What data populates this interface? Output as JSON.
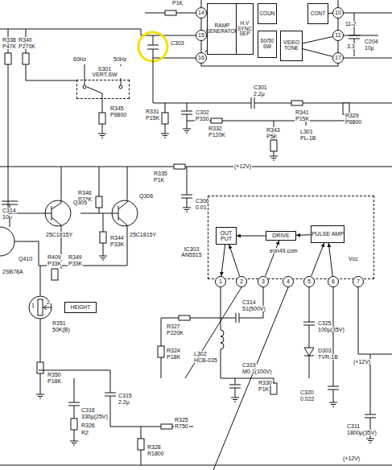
{
  "diagram": {
    "nodes": [
      {
        "text": [
          "RAMP GENERATOR"
        ]
      },
      {
        "text": [
          "H.V SYNC SEP"
        ]
      },
      {
        "text": [
          "COUN"
        ]
      },
      {
        "text": [
          "60/50 SW"
        ]
      },
      {
        "text": [
          "VIDEO TONE"
        ]
      },
      {
        "text": [
          "CONT"
        ]
      },
      {
        "text": [
          "14"
        ]
      },
      {
        "text": [
          "15"
        ]
      },
      {
        "text": [
          "16"
        ]
      },
      {
        "text": [
          "10"
        ]
      },
      {
        "text": [
          "11"
        ]
      },
      {
        "text": [
          "17"
        ]
      },
      {
        "text": [
          "S301 VERT.SW"
        ]
      },
      {
        "text": [
          "HEIGHT"
        ]
      },
      {
        "text": [
          "IC303 AN5515"
        ]
      },
      {
        "text": [
          "OUT PUT"
        ],
        "in": 14
      },
      {
        "text": [
          "DRIVE"
        ],
        "in": 14
      },
      {
        "text": [
          "PULSE AMP"
        ],
        "in": 14
      },
      {
        "text": [
          "1"
        ]
      },
      {
        "text": [
          "2"
        ]
      },
      {
        "text": [
          "3"
        ]
      },
      {
        "text": [
          "4"
        ]
      },
      {
        "text": [
          "5"
        ]
      },
      {
        "text": [
          "6"
        ]
      },
      {
        "text": [
          "7"
        ]
      }
    ],
    "edges": [
      {
        "from": 6,
        "to": 0,
        "arrow": "none"
      },
      {
        "from": 7,
        "to": 0,
        "arrow": "none"
      },
      {
        "from": 8,
        "to": 0,
        "arrow": "none"
      },
      {
        "from": 9,
        "to": 5,
        "arrow": "none"
      },
      {
        "from": 10,
        "to": 4,
        "arrow": "none"
      },
      {
        "from": 11,
        "to": 4,
        "arrow": "none"
      },
      {
        "from": 16,
        "to": 15,
        "arrow": "to"
      },
      {
        "from": 17,
        "to": 16,
        "arrow": "to"
      },
      {
        "from": 15,
        "to": 18,
        "arrow": "to"
      },
      {
        "from": 19,
        "to": 15,
        "arrow": "to"
      },
      {
        "from": 20,
        "to": 16,
        "arrow": "to"
      },
      {
        "from": 22,
        "to": 17,
        "arrow": "to"
      },
      {
        "from": 23,
        "to": 17,
        "arrow": "to"
      }
    ],
    "labels": [
      "P1K",
      "R338",
      "R340",
      "P47K",
      "P270K",
      "60Hz",
      "50Hz",
      "R345",
      "P6800",
      "C303",
      "R331",
      "P15K",
      "C302",
      "P330",
      "R332",
      "P120K",
      "C301",
      "2.2μ",
      "R341",
      "P15K",
      "R343",
      "P5K",
      "R329",
      "P6800",
      "L301",
      "PL-1B",
      "C204",
      "10μ",
      "11-2",
      "3.3",
      "(+12V)",
      "R335",
      "P1K",
      "C306",
      "0.01",
      "R346",
      "P33K",
      "R344",
      "P33K",
      "Q305",
      "Q306",
      "25C1815Y",
      "25C1815Y",
      "C314",
      "10μ",
      "Q410",
      "2SB78A",
      "R409",
      "P33K",
      "R349",
      "P33K",
      "eon49.com",
      "Vcc",
      "1",
      "2",
      "R351",
      "50K(B)",
      "R350",
      "P18K",
      "R327",
      "P220K",
      "C314",
      "51(500V)",
      "L302",
      "HCB-035",
      "R324",
      "P18K",
      "C325",
      "100μ(35V)",
      "D303",
      "TVR-1B",
      "C319",
      "M0.1(100V)",
      "R330",
      "P1K",
      "C320",
      "0.022",
      "C315",
      "2.2μ",
      "C316",
      "330μ(25V)",
      "R326",
      "R2",
      "R325",
      "R750",
      "R328",
      "R1800",
      "C311",
      "1800μ(35V)",
      "(+12V)",
      "(+12V)"
    ]
  }
}
